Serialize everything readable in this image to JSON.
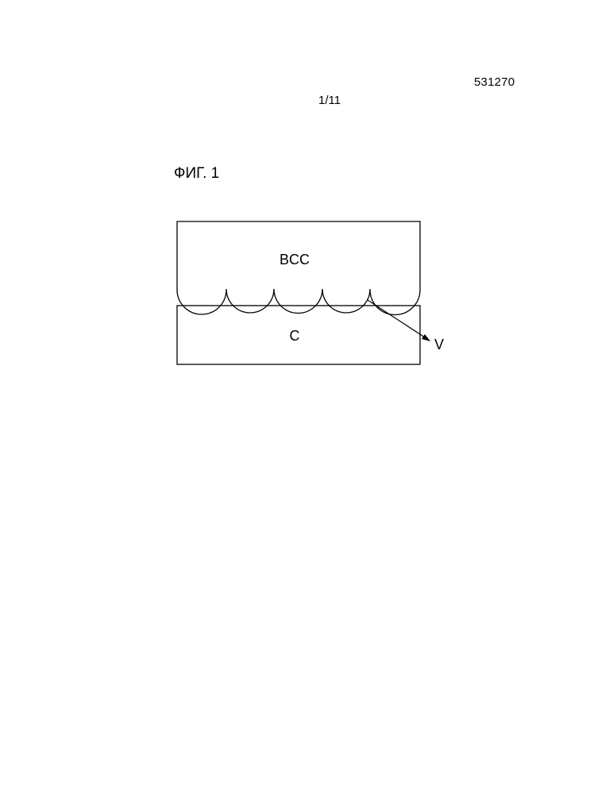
{
  "header": {
    "doc_number": "531270",
    "sheet": "1/11"
  },
  "figure": {
    "label": "ФИГ. 1",
    "upper_layer_label": "BCC",
    "lower_layer_label": "C",
    "void_label": "V"
  }
}
